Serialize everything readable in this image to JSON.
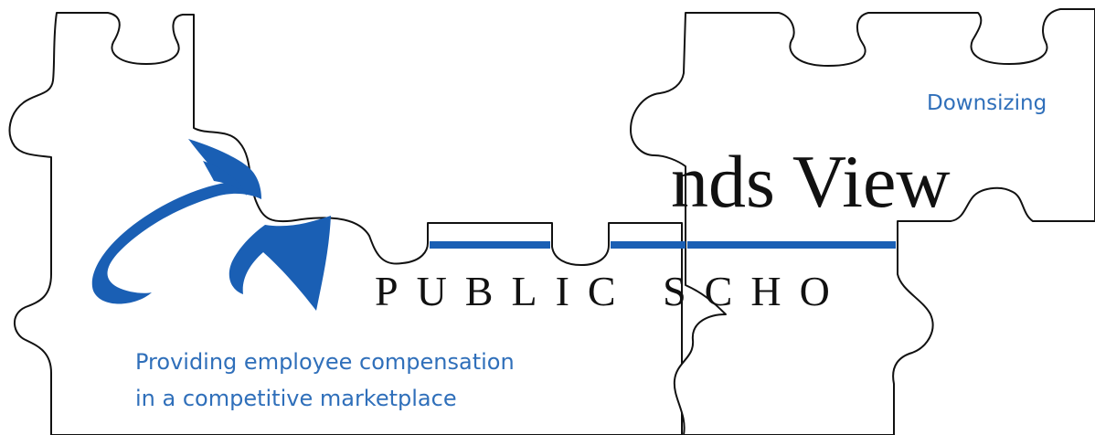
{
  "logo": {
    "name_fragment": "nds View",
    "subtitle": "PUBLIC SCHO",
    "colors": {
      "brand_blue": "#1a5fb4",
      "text_blue": "#2f6fba",
      "ink": "#111111"
    }
  },
  "left_piece": {
    "caption_line1": "Providing employee compensation",
    "caption_line2": "in a competitive marketplace"
  },
  "right_piece": {
    "label": "Downsizing"
  }
}
